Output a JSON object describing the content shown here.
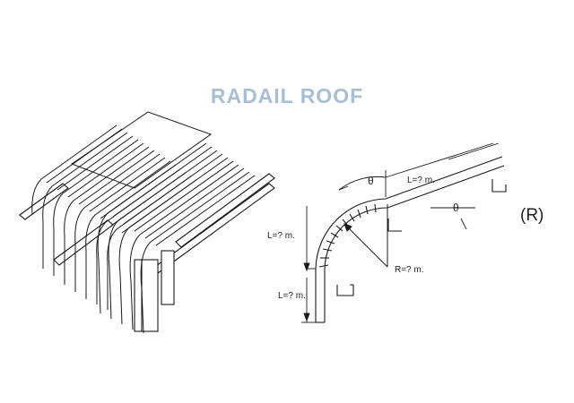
{
  "title": "RADAIL ROOF",
  "labels": {
    "theta_top": "θ",
    "theta_right": "θ",
    "length_top": "L=? m.",
    "length_left": "L=? m.",
    "length_bottom": "L=? m.",
    "radius": "R=? m.",
    "variant": "(R)"
  },
  "colors": {
    "title": "#a7bfd4",
    "line": "#1a1a1a",
    "background": "#ffffff"
  }
}
